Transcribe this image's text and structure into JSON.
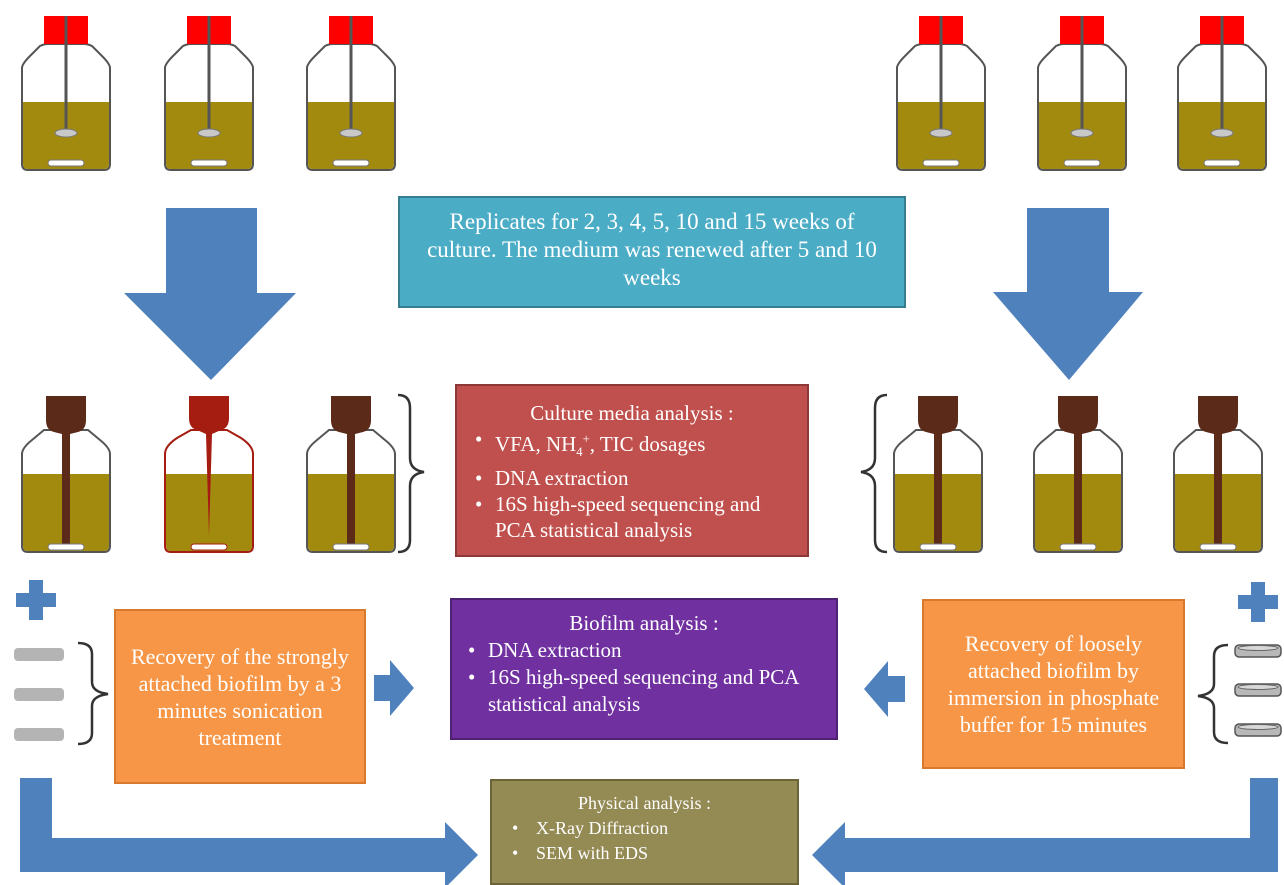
{
  "replicates_box": {
    "text": "Replicates for 2, 3, 4, 5, 10 and 15 weeks of culture. The medium was renewed after 5 and 10 weeks"
  },
  "culture_box": {
    "title": "Culture media analysis :",
    "items": [
      {
        "pre": "VFA, NH",
        "sub": "4",
        "sup": "+",
        "post": ", TIC dosages"
      },
      {
        "text": "DNA extraction"
      },
      {
        "text": "16S high-speed sequencing and PCA statistical analysis"
      }
    ]
  },
  "biofilm_box": {
    "title": "Biofilm analysis :",
    "items": [
      "DNA extraction",
      "16S high-speed sequencing and PCA statistical analysis"
    ]
  },
  "left_recovery": {
    "text": "Recovery of the strongly attached biofilm by a 3 minutes sonication treatment"
  },
  "right_recovery": {
    "text": "Recovery of loosely attached biofilm by immersion in phosphate buffer for 15 minutes"
  },
  "physical_box": {
    "title": "Physical analysis :",
    "items": [
      "X-Ray Diffraction",
      "SEM with EDS"
    ]
  },
  "colors": {
    "blue_arrow": "#4f81bd",
    "culture_medium": "#a28a0f",
    "red_cap": "#ff0000",
    "brown_cap": "#5b2a18",
    "dark_red_cap": "#a51d10",
    "cyan_box": "#4bacc6",
    "red_box": "#c0504d",
    "purple_box": "#7030a0",
    "olive_box": "#948a54",
    "orange_box": "#f79646"
  },
  "icons": [
    "reactor-bottle-icon",
    "plus-icon",
    "coupon-slide-icon",
    "curly-brace-icon",
    "arrow-icon"
  ]
}
